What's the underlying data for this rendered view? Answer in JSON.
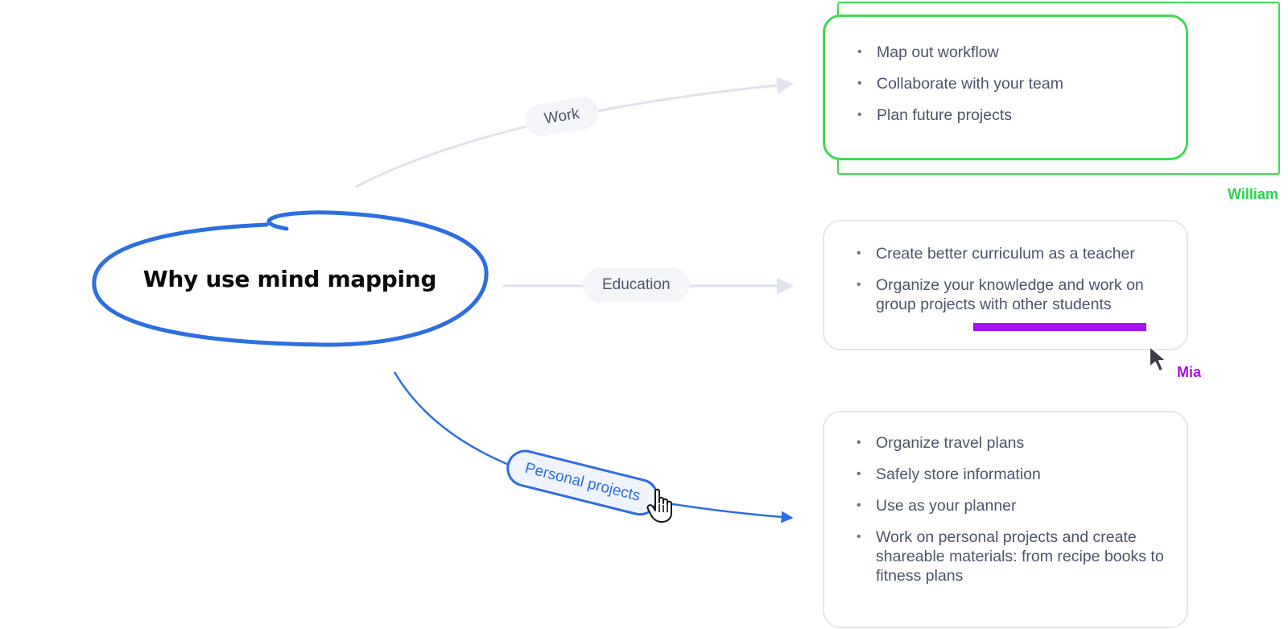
{
  "central_topic": "Why use mind mapping",
  "branches": [
    {
      "label": "Work",
      "items": [
        "Map out workflow",
        "Collaborate with your team",
        "Plan future projects"
      ]
    },
    {
      "label": "Education",
      "items": [
        "Create better curriculum as a teacher",
        "Organize your knowledge and work on group projects with other students"
      ]
    },
    {
      "label": "Personal projects",
      "items": [
        "Organize travel plans",
        "Safely store information",
        "Use as your planner",
        "Work on personal projects and create shareable materials: from recipe books to fitness plans"
      ]
    }
  ],
  "collaborators": {
    "william": {
      "name": "William",
      "color": "#2bd24d"
    },
    "mia": {
      "name": "Mia",
      "color": "#a514f0"
    }
  },
  "colors": {
    "accent_blue": "#2d6fe0",
    "connector_gray": "#dfe3ec",
    "selection_green": "#3fda52",
    "text": "#4c546b"
  },
  "icons": {
    "mouse_pointer": "arrow-cursor-icon",
    "hand_pointer": "hand-cursor-icon"
  }
}
